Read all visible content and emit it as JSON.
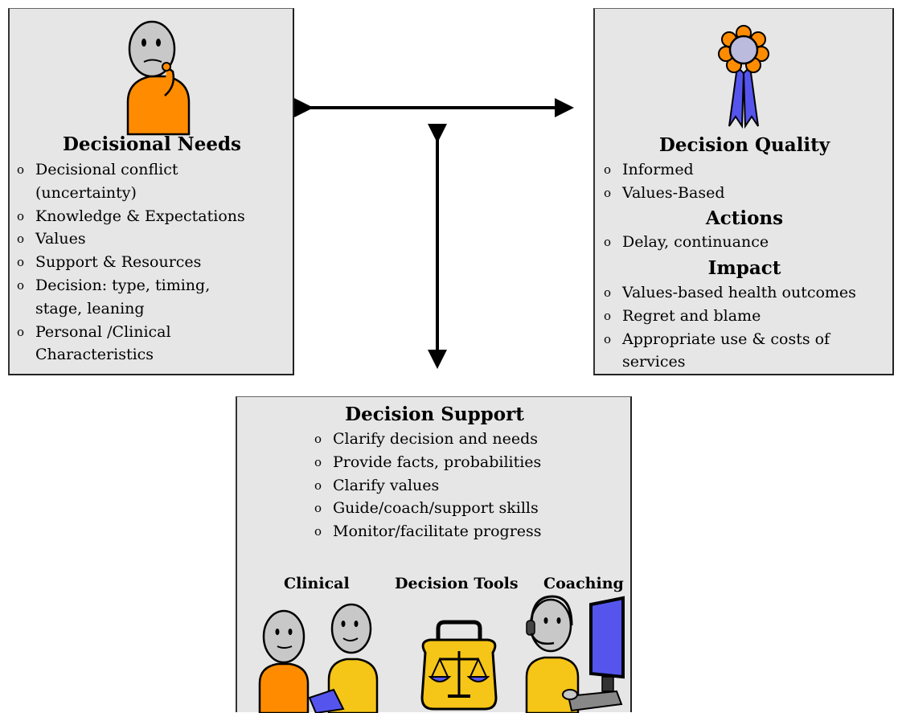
{
  "decisional_needs": {
    "title": "Decisional Needs",
    "items": [
      "Decisional conflict (uncertainty)",
      "Knowledge & Expectations",
      "Values",
      "Support & Resources",
      "Decision: type, timing, stage, leaning",
      "Personal /Clinical Characteristics"
    ],
    "icon": "thinking-person-icon"
  },
  "decision_quality": {
    "title": "Decision Quality",
    "items": [
      "Informed",
      "Values-Based"
    ],
    "actions_title": "Actions",
    "actions_items": [
      "Delay, continuance"
    ],
    "impact_title": "Impact",
    "impact_items": [
      "Values-based health outcomes",
      "Regret and blame",
      "Appropriate use & costs of services"
    ],
    "icon": "award-ribbon-icon"
  },
  "decision_support": {
    "title": "Decision Support",
    "items": [
      "Clarify decision and needs",
      "Provide facts, probabilities",
      "Clarify values",
      "Guide/coach/support skills",
      "Monitor/facilitate progress"
    ],
    "sub_labels": {
      "clinical": "Clinical",
      "decision_tools": "Decision Tools",
      "coaching": "Coaching"
    },
    "icons": [
      "clinician-patient-icon",
      "scales-bag-icon",
      "coach-headset-icon"
    ]
  },
  "colors": {
    "box_fill": "#e6e6e6",
    "orange": "#ff8c00",
    "yellow": "#f5c518",
    "blue": "#5555ee",
    "grey_face": "#c8c8c8"
  }
}
